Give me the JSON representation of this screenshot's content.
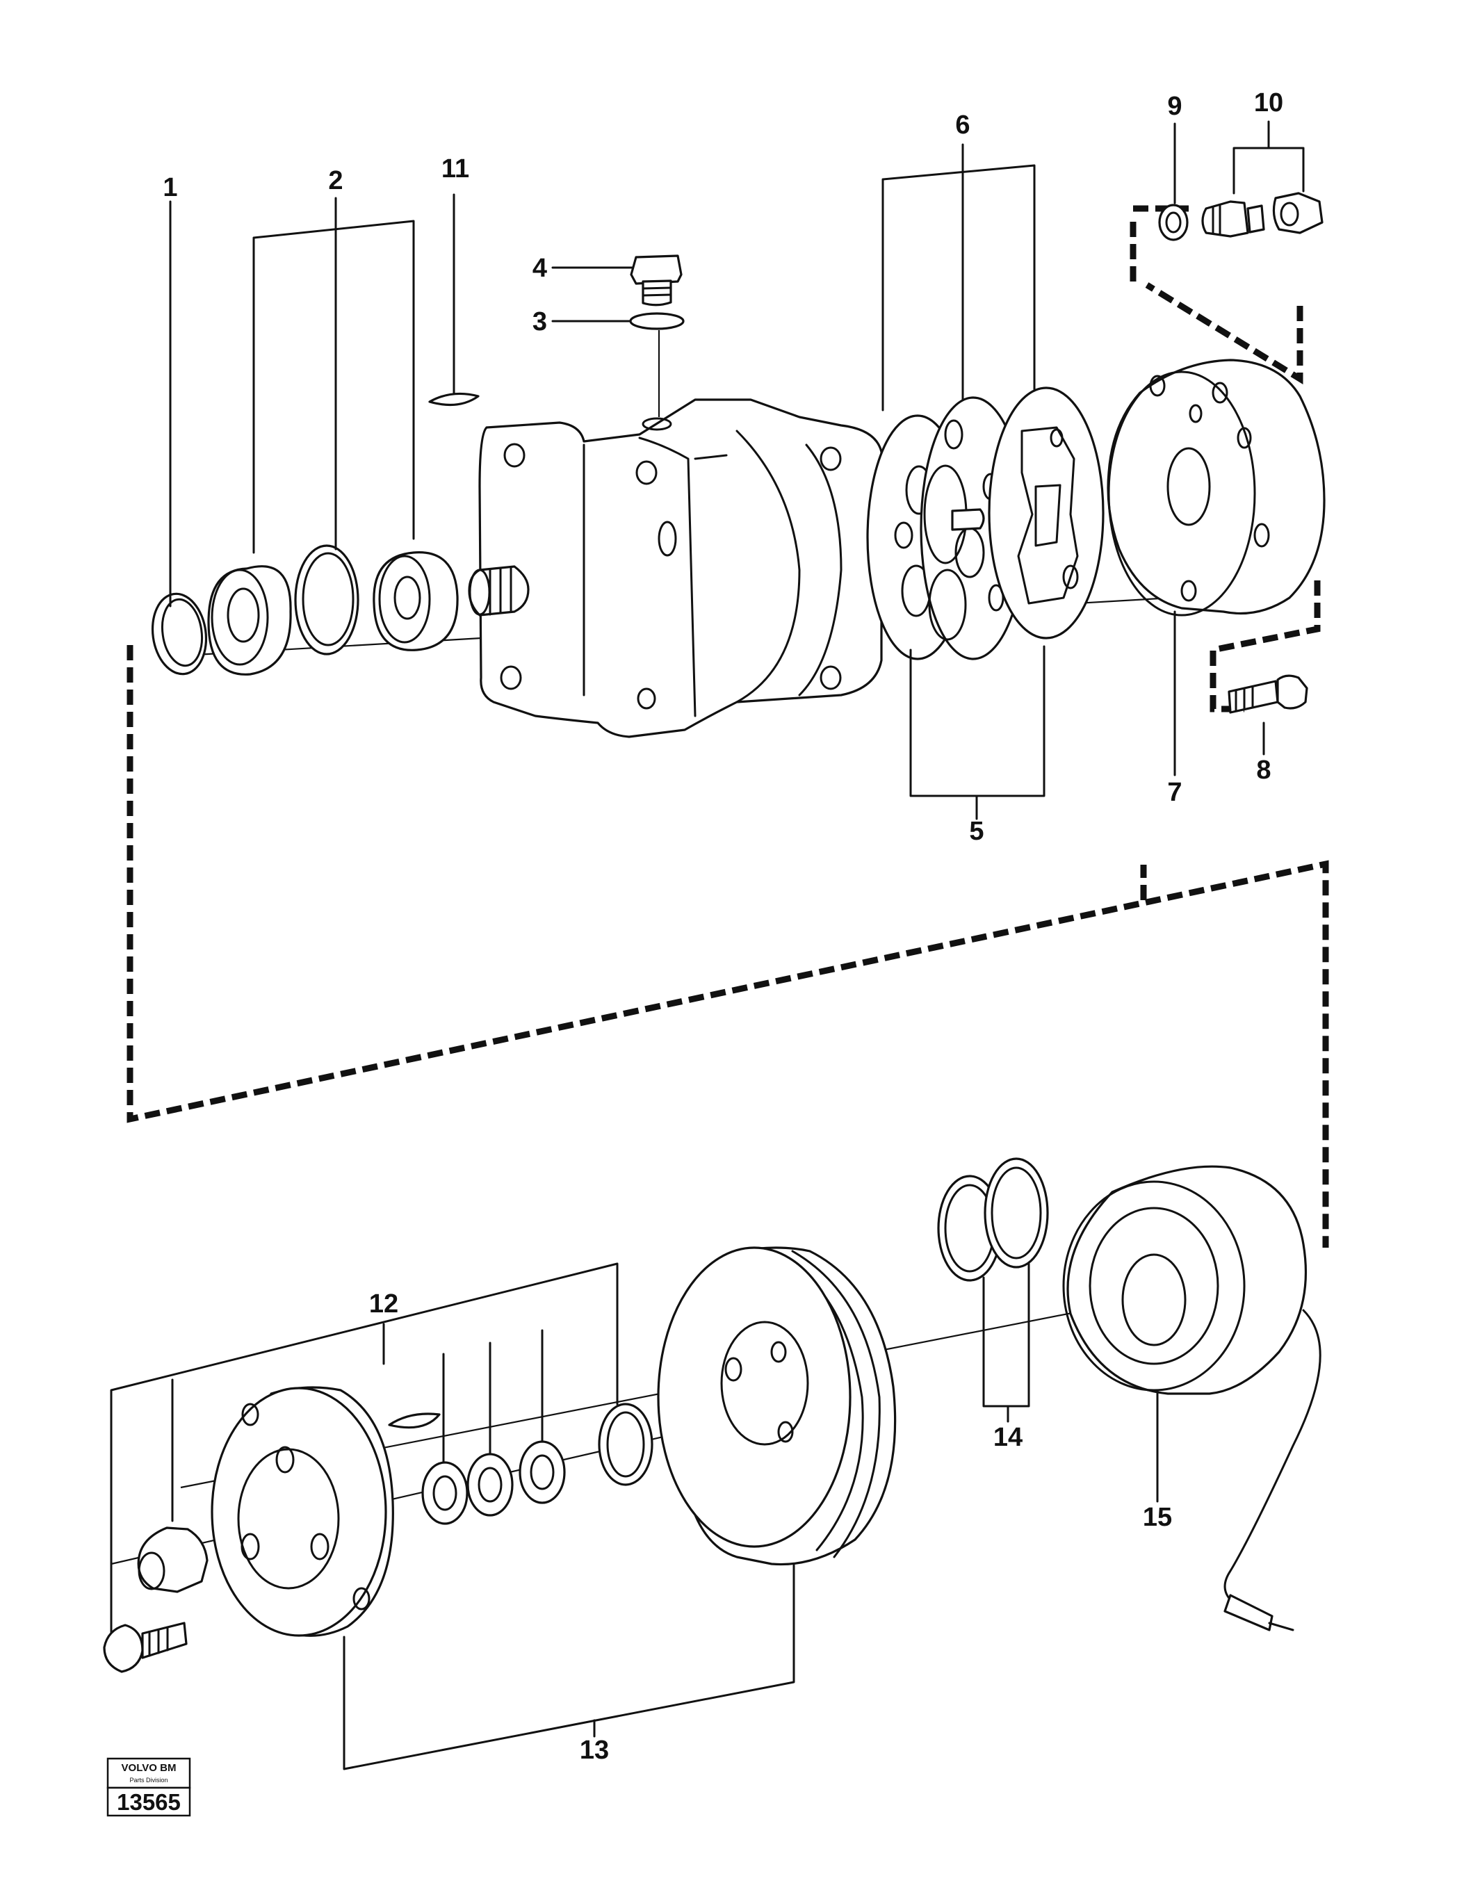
{
  "labels": {
    "l1": "1",
    "l2": "2",
    "l3": "3",
    "l4": "4",
    "l5": "5",
    "l6": "6",
    "l7": "7",
    "l8": "8",
    "l9": "9",
    "l10": "10",
    "l11": "11",
    "l12": "12",
    "l13": "13",
    "l14": "14",
    "l15": "15"
  },
  "stamp": {
    "brand": "VOLVO BM",
    "division": "Parts Division",
    "number": "13565"
  }
}
